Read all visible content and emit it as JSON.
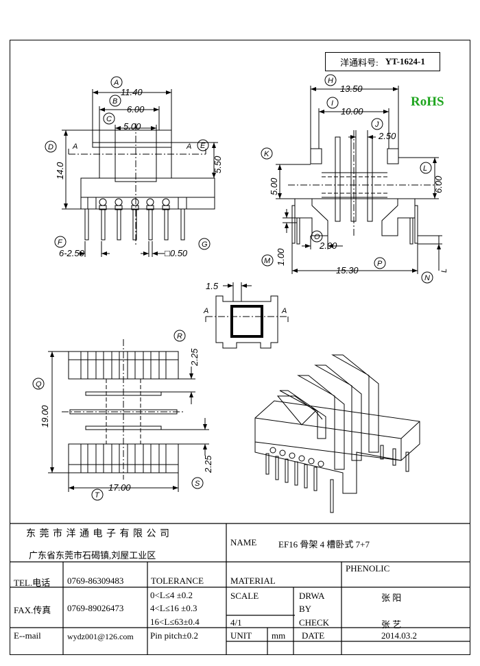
{
  "part_box": {
    "label": "洋通料号:",
    "value": "YT-1624-1"
  },
  "rohs": "RoHS",
  "front_view": {
    "dims": {
      "a": "11.40",
      "b": "6.00",
      "c": "5.00",
      "d": "14.0",
      "e": "5.50",
      "f": "6-2.50",
      "g": "□0.50"
    },
    "letters": {
      "a": "A",
      "b": "B",
      "c": "C",
      "d": "D",
      "e": "E",
      "f": "F",
      "g": "G"
    },
    "section": "A"
  },
  "side_view": {
    "dims": {
      "h": "13.50",
      "i": "10.00",
      "j": "2.50",
      "k": "5.00",
      "l": "6.00",
      "m": "1.00",
      "o": "2.00",
      "p": "15.30"
    },
    "letters": {
      "h": "H",
      "i": "I",
      "j": "J",
      "k": "K",
      "l": "L",
      "m": "M",
      "n": "N",
      "o": "O",
      "p": "P"
    },
    "pin_l": "L"
  },
  "section_view": {
    "dim": "1.5",
    "left": "A",
    "right": "A"
  },
  "bottom_view": {
    "dims": {
      "q": "19.00",
      "r": "2.25",
      "s": "2.25",
      "t": "17.00"
    },
    "letters": {
      "q": "Q",
      "r": "R",
      "s": "S",
      "t": "T"
    }
  },
  "title_block": {
    "company": "东 莞 市 洋 通 电 子 有 限 公 司",
    "address": "广东省东莞市石碣镇,刘屋工业区",
    "name_label": "NAME",
    "name_value": "EF16 骨架 4 槽卧式 7+7",
    "tel_label": "TEL.电话",
    "tel_value": "0769-86309483",
    "fax_label": "FAX.传真",
    "fax_value": "0769-89026473",
    "email_label": "E--mail",
    "email_value": "wydz001@126.com",
    "tolerance_label": "TOLERANCE",
    "tol1": "0<L≤4 ±0.2",
    "tol2": "4<L≤16 ±0.3",
    "tol3": "16<L≤63±0.4",
    "tol4": "Pin pitch±0.2",
    "material_label": "MATERIAL",
    "material_value": "PHENOLIC",
    "scale_label": "SCALE",
    "scale_value": "4/1",
    "drwa_label": "DRWA",
    "by_label": "BY",
    "drawn_by": "张 阳",
    "check_label": "CHECK",
    "checked_by": "张 艺",
    "unit_label": "UNIT",
    "unit_value": "mm",
    "date_label": "DATE",
    "date_value": "2014.03.2"
  }
}
